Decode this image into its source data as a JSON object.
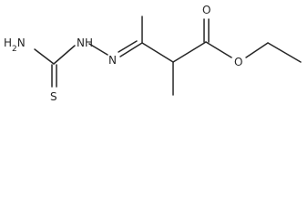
{
  "structure": {
    "atoms": {
      "amine": "H2N",
      "hydrazine_nh": "NH",
      "imine_n": "N",
      "thione_s": "S",
      "carbonyl_o": "O",
      "ester_o": "O"
    }
  }
}
